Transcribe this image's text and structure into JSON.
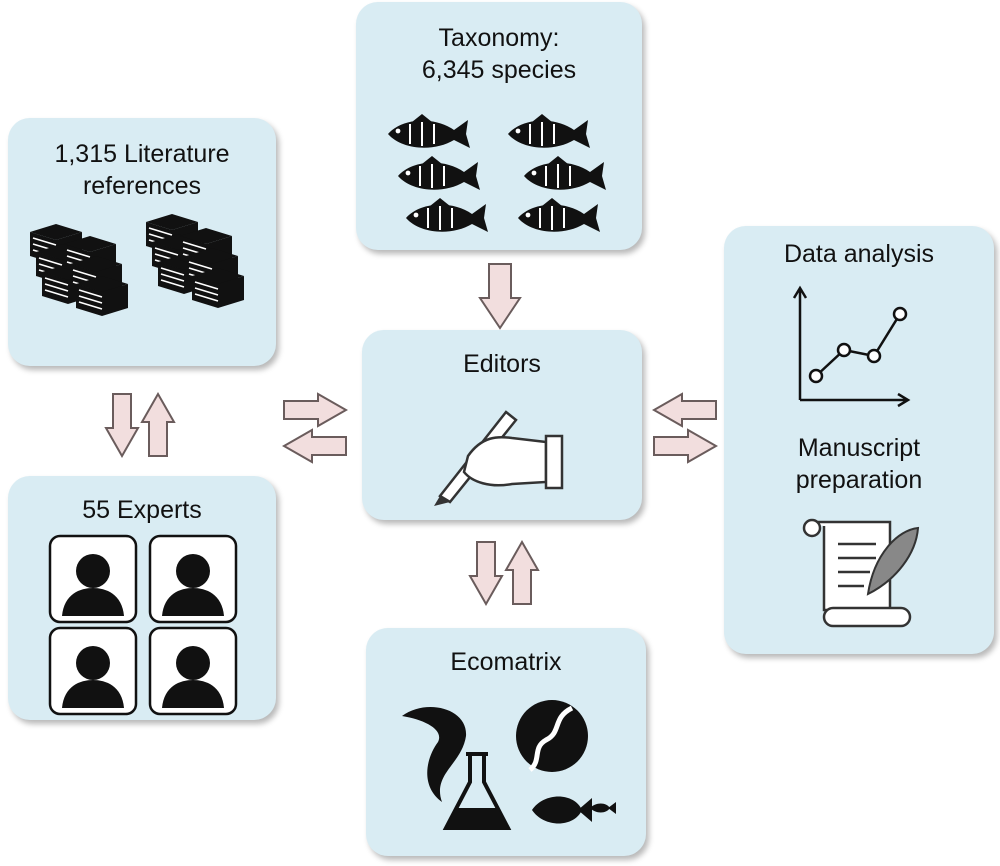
{
  "literature": {
    "line1": "1,315 Literature",
    "line2": "references",
    "icon": "books-icon"
  },
  "taxonomy": {
    "line1": "Taxonomy:",
    "line2": "6,345 species",
    "icon": "fish-icon"
  },
  "editors": {
    "title": "Editors",
    "icon": "hand-pen-icon"
  },
  "experts": {
    "title": "55 Experts",
    "icon": "person-silhouette-icon"
  },
  "analysis": {
    "title": "Data analysis",
    "manuscript_line1": "Manuscript",
    "manuscript_line2": "preparation",
    "icons": [
      "line-chart-icon",
      "scroll-quill-icon"
    ]
  },
  "ecomatrix": {
    "title": "Ecomatrix",
    "icons": [
      "jumping-fish-icon",
      "river-icon",
      "flask-icon",
      "fish-pair-icon"
    ]
  },
  "colors": {
    "box_fill": "#d9ecf3",
    "arrow_fill": "#f2dede",
    "arrow_stroke": "#6a5c5c"
  }
}
